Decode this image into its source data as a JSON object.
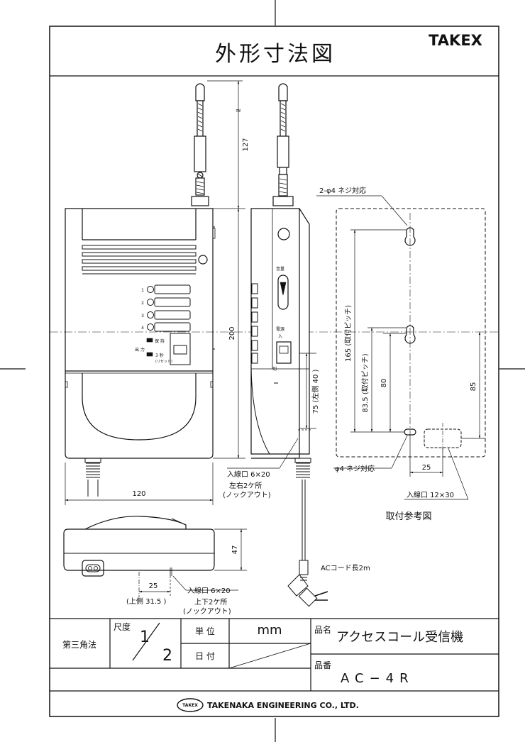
{
  "header": {
    "title": "外形寸法図",
    "brand": "TAKEX"
  },
  "front_view": {
    "dim_antenna": "127",
    "dim_height": "200",
    "dim_width": "120",
    "indicator_labels": [
      "1",
      "2",
      "3",
      "4"
    ],
    "hold_label": "保 持",
    "output_label": "出 力",
    "three_sec_label": "3 秒",
    "reset_label": "(リセット)",
    "tick_marks": "≈"
  },
  "side_view": {
    "volume_label": "音量",
    "power_label": "電源",
    "on_label": "入",
    "off_label": "切",
    "dim_left_side": "75 (左側 40 )",
    "entry_note": "入線口 6×20",
    "entry_note_sub1": "左右2ケ所",
    "entry_note_sub2": "(ノックアウト)"
  },
  "bottom_view": {
    "dim_depth": "47",
    "dim_25": "25",
    "dim_upper": "(上側 31.5 )",
    "entry_note": "入線口 6×20",
    "entry_note_sub1": "上下2ケ所",
    "entry_note_sub2": "(ノックアウト)"
  },
  "cord": {
    "label": "ACコード長2m"
  },
  "mounting": {
    "screw_2": "2-φ4 ネジ対応",
    "pitch_165": "165 (取付ピッチ)",
    "pitch_835": "83.5 (取付ピッチ)",
    "dim_80": "80",
    "dim_85": "85",
    "screw_1": "φ4 ネジ対応",
    "dim_25": "25",
    "entry_12x30": "入線口 12×30",
    "caption": "取付参考図"
  },
  "title_block": {
    "projection": "第三角法",
    "scale_label": "尺度",
    "scale_num": "1",
    "scale_den": "2",
    "unit_label": "単 位",
    "unit_value": "mm",
    "date_label": "日 付",
    "name_label": "品名",
    "name_value": "アクセスコール受信機",
    "number_label": "品番",
    "number_value": "AC−4R",
    "company_logo": "TAKEX",
    "company": "TAKENAKA ENGINEERING CO., LTD."
  }
}
